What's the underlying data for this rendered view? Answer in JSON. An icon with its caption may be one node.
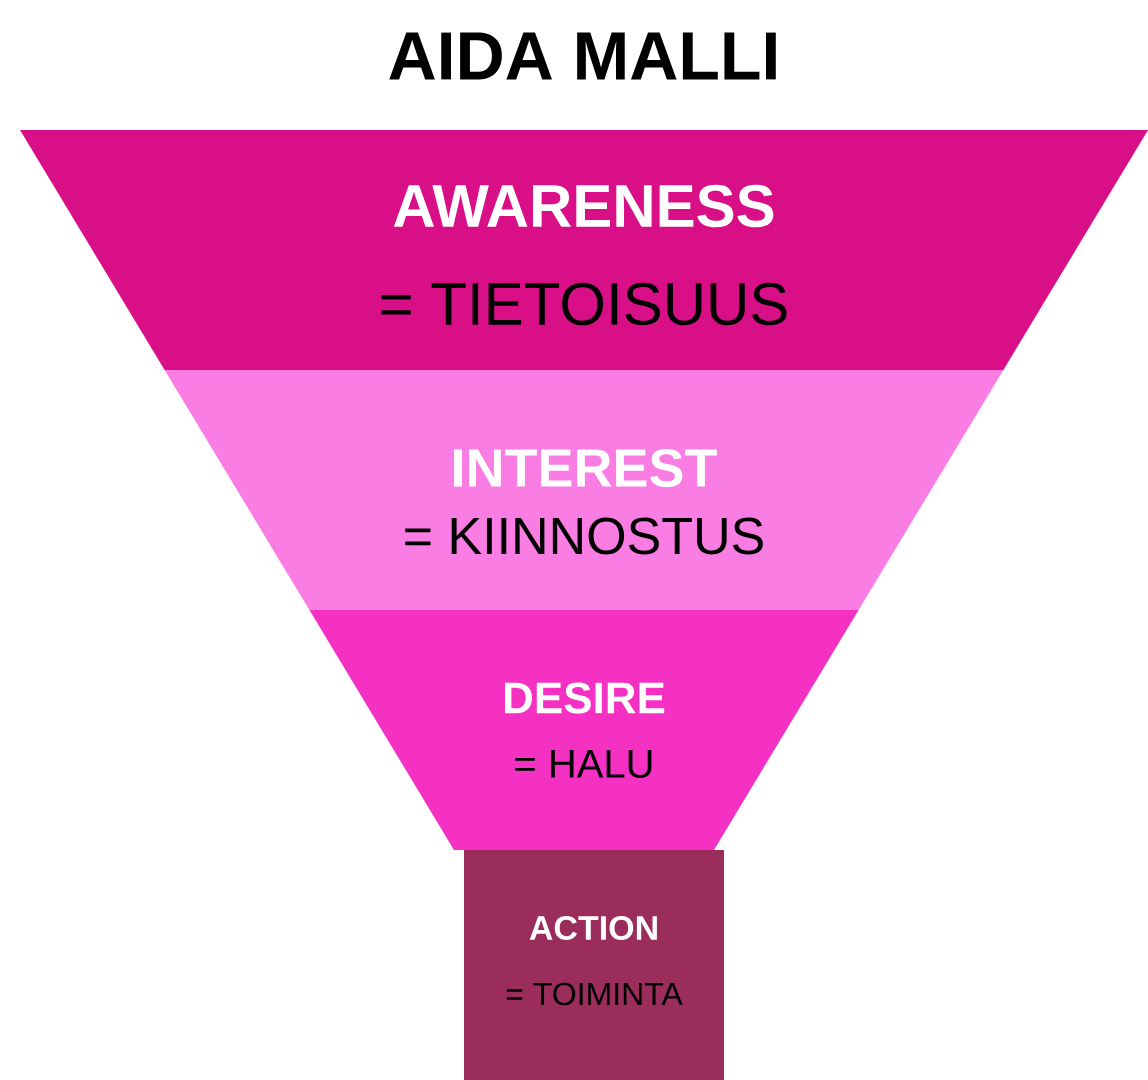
{
  "diagram": {
    "title": "AIDA MALLI",
    "nodes": [
      {
        "text": [
          "AWARENESS",
          "= TIETOISUUS"
        ]
      },
      {
        "text": [
          "INTEREST",
          "= KIINNOSTUS"
        ]
      },
      {
        "text": [
          "DESIRE",
          "= HALU"
        ]
      },
      {
        "text": [
          "ACTION",
          "= TOIMINTA"
        ]
      }
    ]
  }
}
